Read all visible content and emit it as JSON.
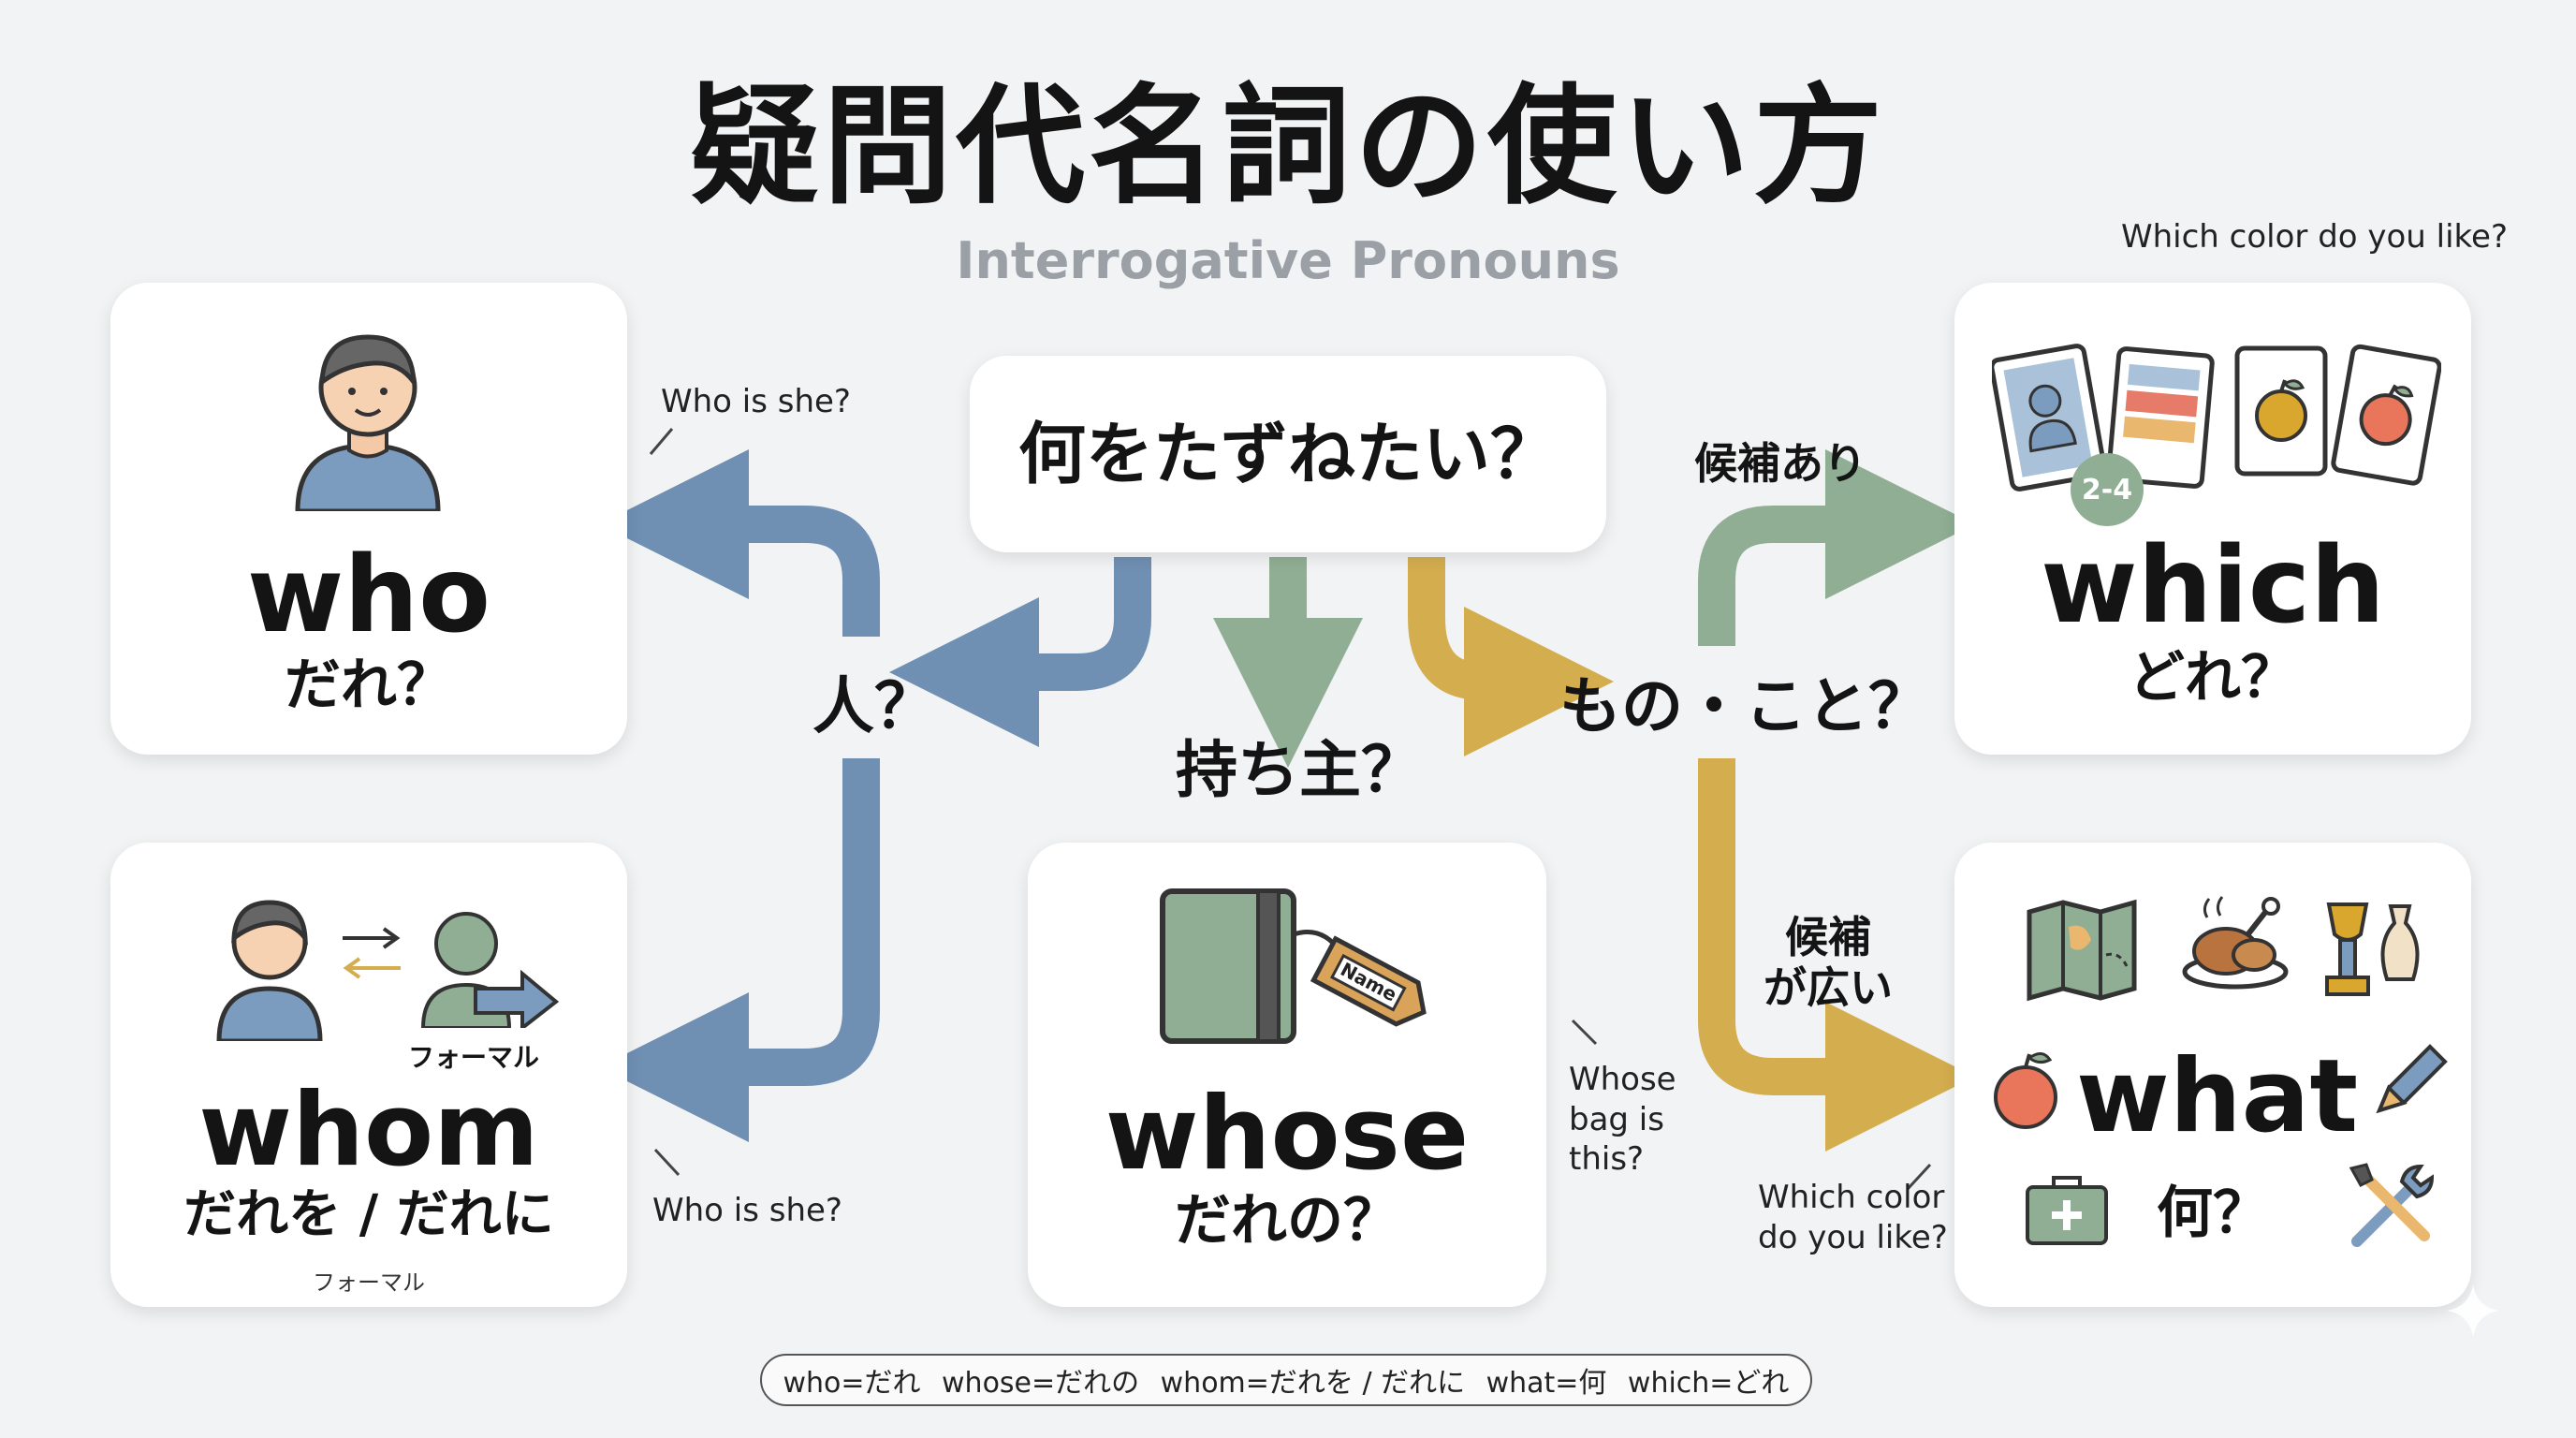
{
  "title": "疑問代名詞の使い方",
  "subtitle": "Interrogative Pronouns",
  "center_question": "何をたずねたい？",
  "branch_person": "人？",
  "branch_owner": "持ち主？",
  "branch_thing": "もの・こと？",
  "choice_limited": "候補あり",
  "choice_wide_line1": "候補",
  "choice_wide_line2": "が広い",
  "cards": {
    "who": {
      "word": "who",
      "ja": "だれ？"
    },
    "whom": {
      "word": "whom",
      "ja": "だれを / だれに",
      "formal_tag": "フォーマル",
      "formal_note": "フォーマル"
    },
    "whose": {
      "word": "whose",
      "ja": "だれの？",
      "tag_text": "Name"
    },
    "which": {
      "word": "which",
      "ja": "どれ？",
      "badge": "2-4"
    },
    "what": {
      "word": "what",
      "ja": "何？"
    }
  },
  "examples": {
    "who": "Who is she?",
    "whom": "Who is she?",
    "whose_line1": "Whose",
    "whose_line2": "bag is",
    "whose_line3": "this?",
    "which": "Which color do you like?",
    "what_line1": "Which color",
    "what_line2": "do you like?"
  },
  "legend": [
    "who=だれ",
    "whose=だれの",
    "whom=だれを / だれに",
    "what=何",
    "which=どれ"
  ],
  "colors": {
    "blue_arrow": "#6f8fb3",
    "green_arrow": "#8fae93",
    "gold_arrow": "#d4ad4f",
    "card_bg": "#ffffff",
    "page_bg": "#f1f3f4",
    "subtitle": "#9aa0a6"
  }
}
